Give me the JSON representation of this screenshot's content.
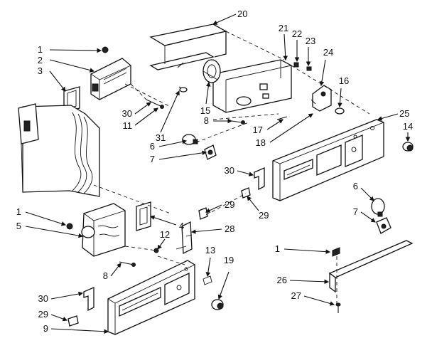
{
  "diagram": {
    "callouts": [
      {
        "id": "c1a",
        "text": "1"
      },
      {
        "id": "c2",
        "text": "2"
      },
      {
        "id": "c3",
        "text": "3"
      },
      {
        "id": "c30a",
        "text": "30"
      },
      {
        "id": "c11",
        "text": "11"
      },
      {
        "id": "c31",
        "text": "31"
      },
      {
        "id": "c20",
        "text": "20"
      },
      {
        "id": "c15",
        "text": "15"
      },
      {
        "id": "c8a",
        "text": "8"
      },
      {
        "id": "c6a",
        "text": "6"
      },
      {
        "id": "c7a",
        "text": "7"
      },
      {
        "id": "c21",
        "text": "21"
      },
      {
        "id": "c22",
        "text": "22"
      },
      {
        "id": "c23",
        "text": "23"
      },
      {
        "id": "c24",
        "text": "24"
      },
      {
        "id": "c16",
        "text": "16"
      },
      {
        "id": "c17",
        "text": "17"
      },
      {
        "id": "c18",
        "text": "18"
      },
      {
        "id": "c25",
        "text": "25"
      },
      {
        "id": "c14",
        "text": "14"
      },
      {
        "id": "c30b",
        "text": "30"
      },
      {
        "id": "c29a",
        "text": "29"
      },
      {
        "id": "c29b",
        "text": "29"
      },
      {
        "id": "c4",
        "text": "4"
      },
      {
        "id": "c28",
        "text": "28"
      },
      {
        "id": "c1b",
        "text": "1"
      },
      {
        "id": "c5",
        "text": "5"
      },
      {
        "id": "c12",
        "text": "12"
      },
      {
        "id": "c8b",
        "text": "8"
      },
      {
        "id": "c13",
        "text": "13"
      },
      {
        "id": "c19",
        "text": "19"
      },
      {
        "id": "c6b",
        "text": "6"
      },
      {
        "id": "c7b",
        "text": "7"
      },
      {
        "id": "c1c",
        "text": "1"
      },
      {
        "id": "c26",
        "text": "26"
      },
      {
        "id": "c27",
        "text": "27"
      },
      {
        "id": "c30c",
        "text": "30"
      },
      {
        "id": "c29c",
        "text": "29"
      },
      {
        "id": "c9",
        "text": "9"
      }
    ]
  }
}
